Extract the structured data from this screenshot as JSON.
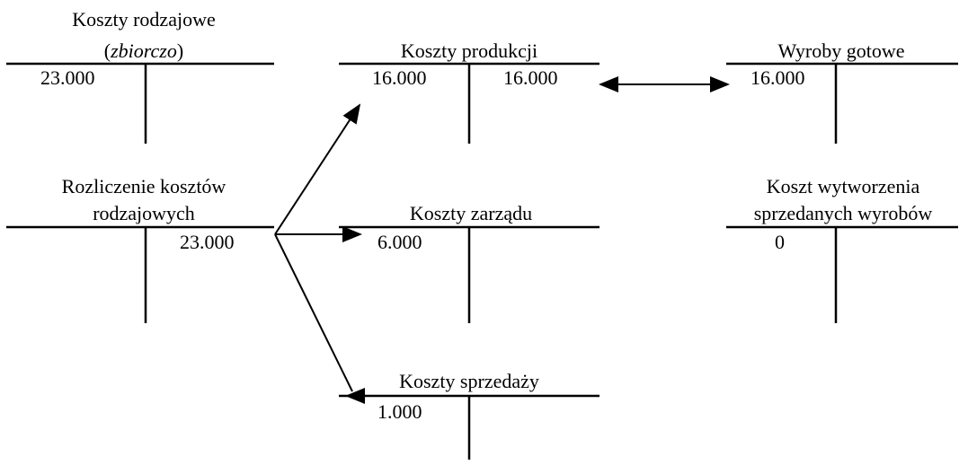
{
  "accounts": {
    "koszty_rodzajowe": {
      "title": "Koszty rodzajowe",
      "subtitle": "zbiorczo",
      "open_paren": "(",
      "close_paren": ")",
      "debit": "23.000"
    },
    "koszty_produkcji": {
      "title": "Koszty produkcji",
      "debit": "16.000",
      "credit": "16.000"
    },
    "wyroby_gotowe": {
      "title": "Wyroby gotowe",
      "debit": "16.000"
    },
    "rozliczenie": {
      "title_line1": "Rozliczenie kosztów",
      "title_line2": "rodzajowych",
      "credit": "23.000"
    },
    "koszty_zarzadu": {
      "title": "Koszty zarządu",
      "debit": "6.000"
    },
    "koszt_wytworzenia": {
      "title_line1": "Koszt wytworzenia",
      "title_line2": "sprzedanych wyrobów",
      "debit": "0"
    },
    "koszty_sprzedazy": {
      "title": "Koszty sprzedaży",
      "debit": "1.000"
    }
  }
}
